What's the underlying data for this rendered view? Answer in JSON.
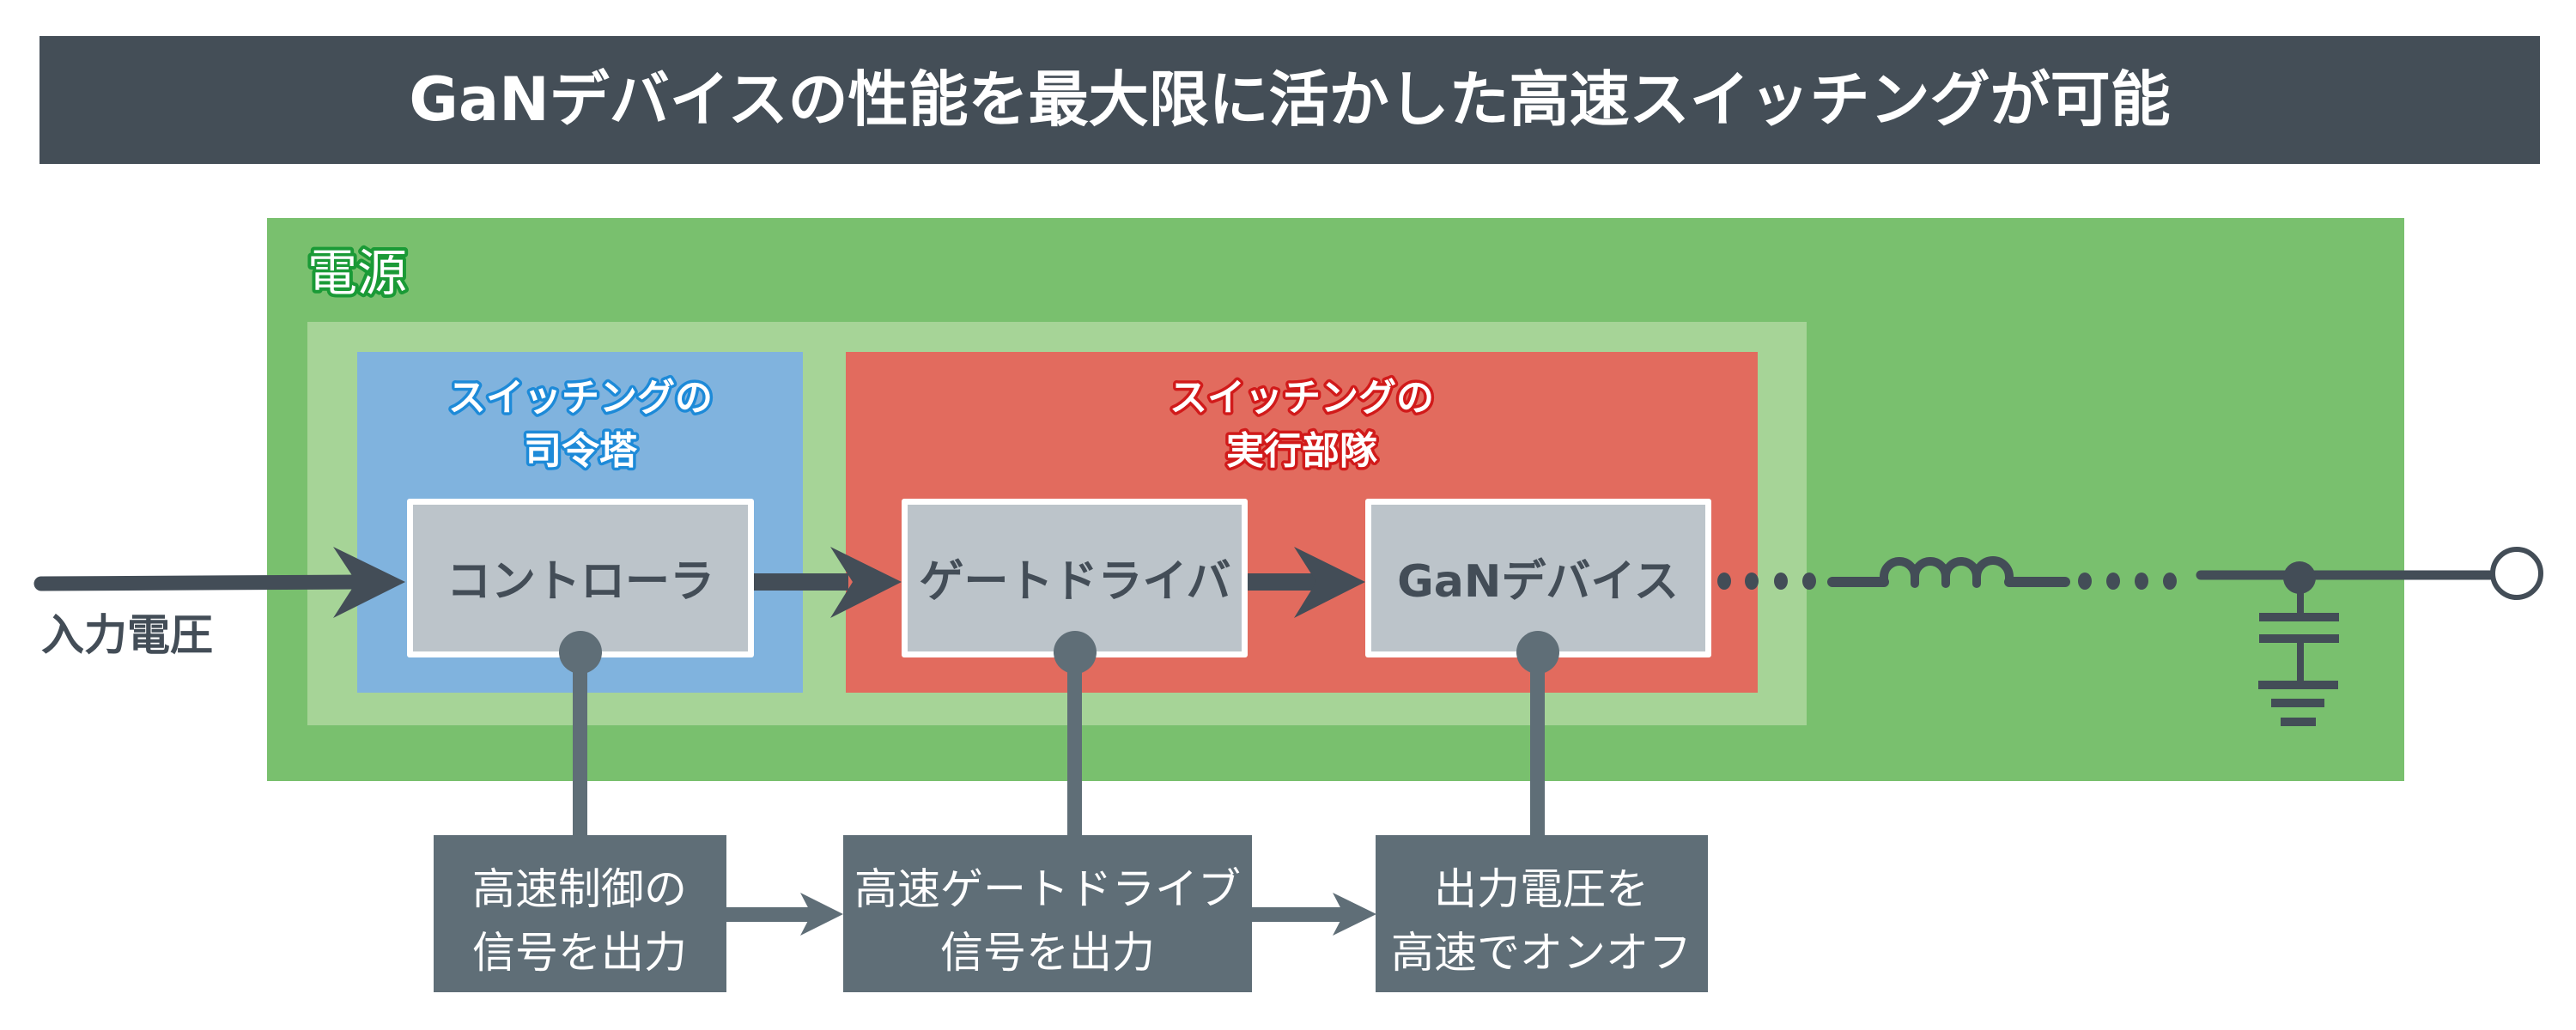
{
  "title": "GaNデバイスの性能を最大限に活かした高速スイッチングが可能",
  "power_supply": {
    "label": "電源"
  },
  "groups": {
    "commander": {
      "line1": "スイッチングの",
      "line2": "司令塔"
    },
    "executor": {
      "line1": "スイッチングの",
      "line2": "実行部隊"
    }
  },
  "blocks": {
    "controller": "コントローラ",
    "gate_driver": "ゲートドライバ",
    "gan_device": "GaNデバイス"
  },
  "input": {
    "label": "入力電圧"
  },
  "descriptions": {
    "controller": {
      "line1": "高速制御の",
      "line2": "信号を出力"
    },
    "gate_driver": {
      "line1": "高速ゲートドライブ",
      "line2": "信号を出力"
    },
    "gan_device": {
      "line1": "出力電圧を",
      "line2": "高速でオンオフ"
    }
  },
  "colors": {
    "title_bar": "#444e57",
    "power_green": "#79c06e",
    "inner_green": "#a6d497",
    "commander_blue": "#80b3de",
    "executor_red": "#e26b5e",
    "block_gray": "#bcc4ca",
    "wire_dark": "#434d57",
    "desc_box": "#5f6e77"
  }
}
